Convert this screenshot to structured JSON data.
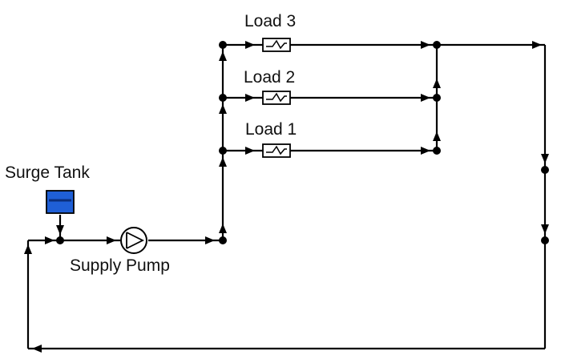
{
  "diagram": {
    "labels": {
      "load3": "Load 3",
      "load2": "Load 2",
      "load1": "Load 1",
      "surge_tank": "Surge Tank",
      "supply_pump": "Supply Pump"
    },
    "colors": {
      "tank_fill": "#1f5fd6",
      "tank_band": "#0b2e7a",
      "line": "#000000"
    },
    "components": [
      {
        "id": "load3",
        "type": "heat-exchanger"
      },
      {
        "id": "load2",
        "type": "heat-exchanger"
      },
      {
        "id": "load1",
        "type": "heat-exchanger"
      },
      {
        "id": "surge_tank",
        "type": "tank"
      },
      {
        "id": "supply_pump",
        "type": "pump"
      }
    ]
  }
}
